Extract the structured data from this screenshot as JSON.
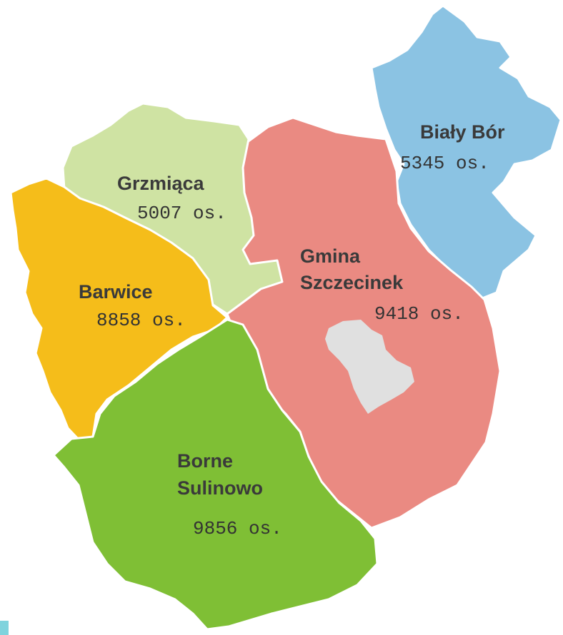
{
  "regions": [
    {
      "id": "bialy-bor",
      "name_lines": [
        "Biały Bór"
      ],
      "population": "5345 os.",
      "color": "#8bc3e3"
    },
    {
      "id": "grzmiaca",
      "name_lines": [
        "Grzmiąca"
      ],
      "population": "5007 os.",
      "color": "#cfe3a3"
    },
    {
      "id": "barwice",
      "name_lines": [
        "Barwice"
      ],
      "population": "8858 os.",
      "color": "#f5bd1a"
    },
    {
      "id": "gmina-szczecinek",
      "name_lines": [
        "Gmina",
        "Szczecinek"
      ],
      "population": "9418 os.",
      "color": "#ea8a82"
    },
    {
      "id": "borne-sulinowo",
      "name_lines": [
        "Borne",
        "Sulinowo"
      ],
      "population": "9856 os.",
      "color": "#7fbf35"
    }
  ],
  "enclave": {
    "id": "szczecinek-city",
    "color": "#e0e0e0"
  }
}
